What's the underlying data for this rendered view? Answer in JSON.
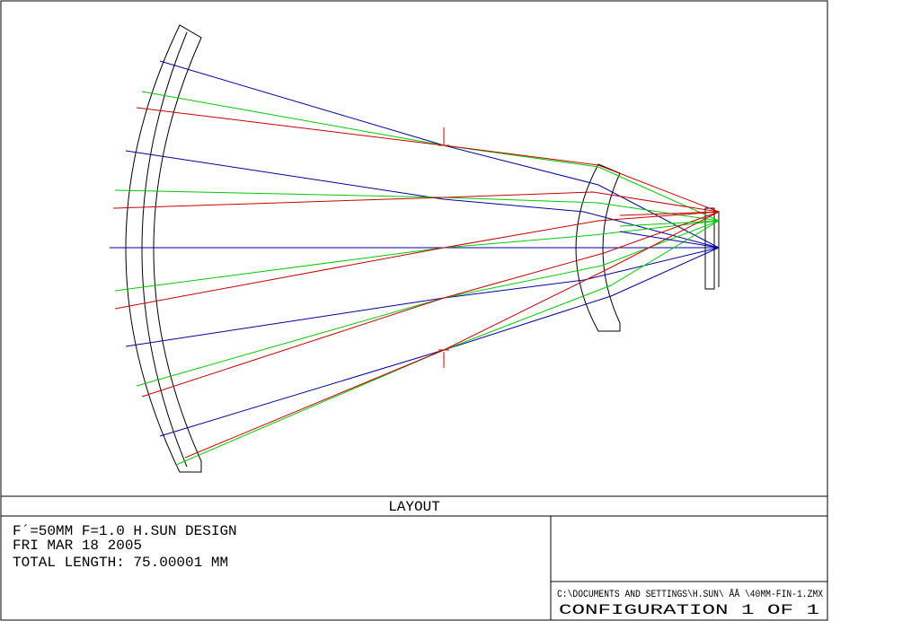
{
  "layout_title": "LAYOUT",
  "info_lines": [
    "F´=50MM F=1.0 H.SUN DESIGN",
    "FRI MAR 18 2005",
    "TOTAL LENGTH:   75.00001 MM"
  ],
  "file_path": "C:\\DOCUMENTS AND SETTINGS\\H.SUN\\ ÅÅ \\40MM-FIN-1.ZMX",
  "configuration": "CONFIGURATION  1  OF  1",
  "colors": {
    "frame": "#000000",
    "ray_blue": "#0000a0",
    "ray_green": "#00cc00",
    "ray_red": "#cc0000"
  }
}
